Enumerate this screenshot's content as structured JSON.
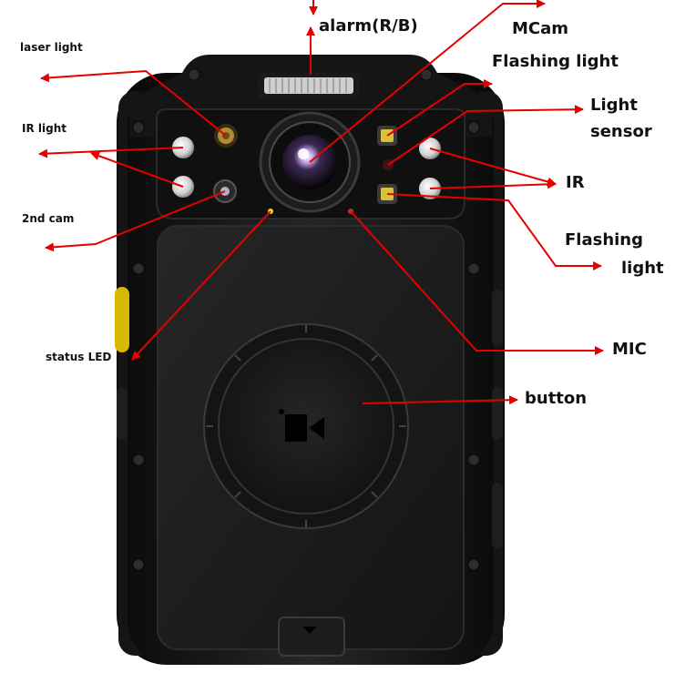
{
  "labels": {
    "laser_light": "laser light",
    "ir_light": "IR light",
    "second_cam": "2nd cam",
    "status_led": "status LED",
    "alarm": "alarm(R/B)",
    "mcam": "MCam",
    "flashing_light_top": "Flashing light",
    "light_sensor_1": "Light",
    "light_sensor_2": "sensor",
    "ir": "IR",
    "flashing_light_side_1": "Flashing",
    "flashing_light_side_2": "light",
    "mic": "MIC",
    "button": "button"
  },
  "colors": {
    "annotation": "#e60000",
    "body": "#1b1b1b",
    "led_amber": "#d9c23a",
    "side_button": "#d8b800"
  }
}
